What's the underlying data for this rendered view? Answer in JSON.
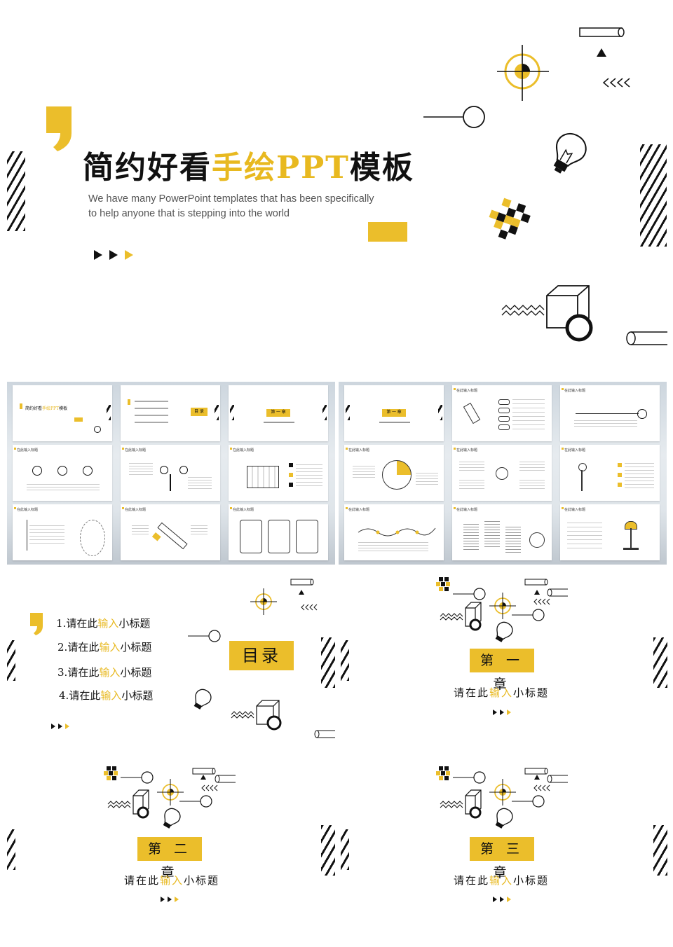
{
  "colors": {
    "accent": "#ebbe2b",
    "ink": "#111111"
  },
  "hero": {
    "title_a": "简约好看",
    "title_b": "手绘PPT",
    "title_c": "模板",
    "subtitle_line1": "We have many PowerPoint templates that has been specifically",
    "subtitle_line2": "to help anyone that is stepping into the world"
  },
  "contents": {
    "heading": "目录",
    "items": [
      {
        "num": "1.",
        "pre": "请在此",
        "hl": "输入",
        "post": "小标题"
      },
      {
        "num": "2.",
        "pre": "请在此",
        "hl": "输入",
        "post": "小标题"
      },
      {
        "num": "3.",
        "pre": "请在此",
        "hl": "输入",
        "post": "小标题"
      },
      {
        "num": "4.",
        "pre": "请在此",
        "hl": "输入",
        "post": "小标题"
      }
    ]
  },
  "chapters": [
    {
      "title": "第 一 章",
      "sub_pre": "请在此",
      "sub_hl": "输入",
      "sub_post": "小标题"
    },
    {
      "title": "第 二 章",
      "sub_pre": "请在此",
      "sub_hl": "输入",
      "sub_post": "小标题"
    },
    {
      "title": "第 三 章",
      "sub_pre": "请在此",
      "sub_hl": "输入",
      "sub_post": "小标题"
    }
  ],
  "thumbnails": {
    "header_text": "在此输入标题",
    "toc_label": "目 录",
    "chapter_label": "第 一 章"
  },
  "icons": [
    "crosshair-icon",
    "lightbulb-icon",
    "cube-icon",
    "checker-icon",
    "triangle-icon",
    "chevrons-icon",
    "arrows-icon",
    "stripes-icon",
    "quote-mark-icon"
  ]
}
